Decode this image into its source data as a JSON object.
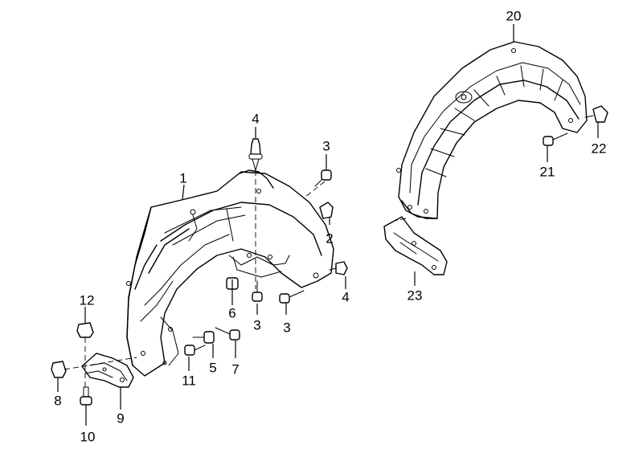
{
  "diagram": {
    "callouts": [
      {
        "id": "c1",
        "label": "1"
      },
      {
        "id": "c2",
        "label": "2"
      },
      {
        "id": "c3a",
        "label": "3"
      },
      {
        "id": "c3b",
        "label": "3"
      },
      {
        "id": "c3c",
        "label": "3"
      },
      {
        "id": "c4a",
        "label": "4"
      },
      {
        "id": "c4b",
        "label": "4"
      },
      {
        "id": "c5",
        "label": "5"
      },
      {
        "id": "c6",
        "label": "6"
      },
      {
        "id": "c7",
        "label": "7"
      },
      {
        "id": "c8",
        "label": "8"
      },
      {
        "id": "c9",
        "label": "9"
      },
      {
        "id": "c10",
        "label": "10"
      },
      {
        "id": "c11",
        "label": "11"
      },
      {
        "id": "c12",
        "label": "12"
      },
      {
        "id": "c20",
        "label": "20"
      },
      {
        "id": "c21",
        "label": "21"
      },
      {
        "id": "c22",
        "label": "22"
      },
      {
        "id": "c23",
        "label": "23"
      }
    ]
  }
}
